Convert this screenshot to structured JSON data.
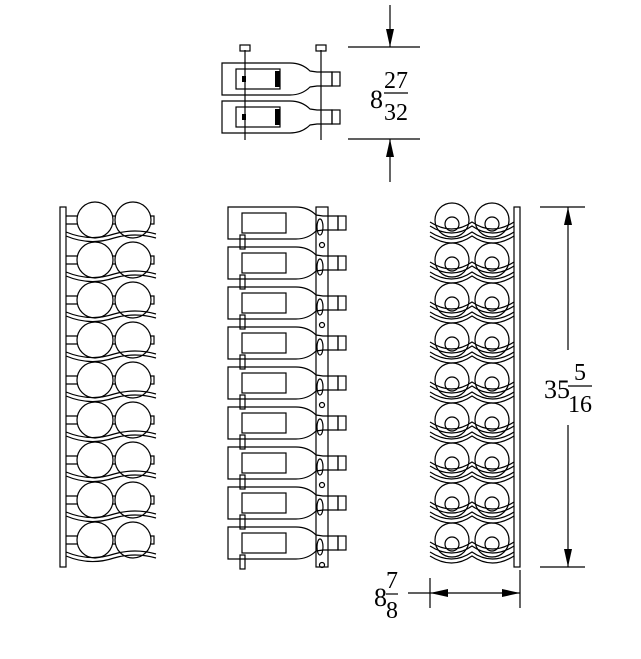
{
  "drawing": {
    "rows_per_view": 9,
    "top_view_bottles": 2,
    "bottles_per_row": 2,
    "line_color": "#000000",
    "background": "#ffffff"
  },
  "dimensions": {
    "depth": {
      "whole": "8",
      "num": "27",
      "den": "32"
    },
    "height": {
      "whole": "35",
      "num": "5",
      "den": "16"
    },
    "width": {
      "whole": "8",
      "num": "7",
      "den": "8"
    }
  }
}
